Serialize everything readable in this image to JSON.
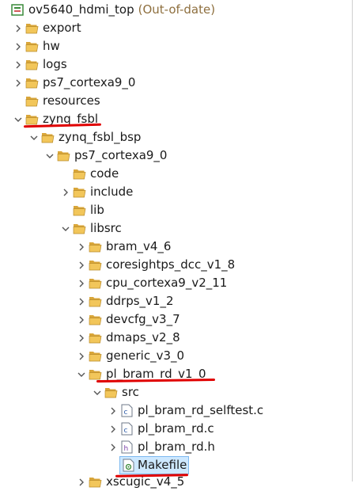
{
  "project": {
    "name": "ov5640_hdmi_top",
    "status": "(Out-of-date)"
  },
  "tree": {
    "export": "export",
    "hw": "hw",
    "logs": "logs",
    "ps7_cortexa9_0_top": "ps7_cortexa9_0",
    "resources": "resources",
    "zynq_fsbl": "zynq_fsbl",
    "zynq_fsbl_bsp": "zynq_fsbl_bsp",
    "ps7_cortexa9_0": "ps7_cortexa9_0",
    "code": "code",
    "include": "include",
    "lib": "lib",
    "libsrc": "libsrc",
    "bram": "bram_v4_6",
    "coresightps": "coresightps_dcc_v1_8",
    "cpu": "cpu_cortexa9_v2_11",
    "ddrps": "ddrps_v1_2",
    "devcfg": "devcfg_v3_7",
    "dmaps": "dmaps_v2_8",
    "generic": "generic_v3_0",
    "pl_bram_rd": "pl_bram_rd_v1_0",
    "src": "src",
    "selftest": "pl_bram_rd_selftest.c",
    "rd_c": "pl_bram_rd.c",
    "rd_h": "pl_bram_rd.h",
    "makefile": "Makefile",
    "cutoff": "xscugic_v4_5"
  },
  "icons": {
    "folder": "folder-open-icon",
    "project": "project-icon",
    "c_file": "c-file-icon",
    "h_file": "h-file-icon",
    "makefile": "makefile-icon",
    "chevron_right": "chevron-right-icon",
    "chevron_down": "chevron-down-icon"
  },
  "colors": {
    "folder": "#e8b84a",
    "selection": "#cde8ff",
    "annotation": "#e00000",
    "status": "#8e6f3e"
  }
}
